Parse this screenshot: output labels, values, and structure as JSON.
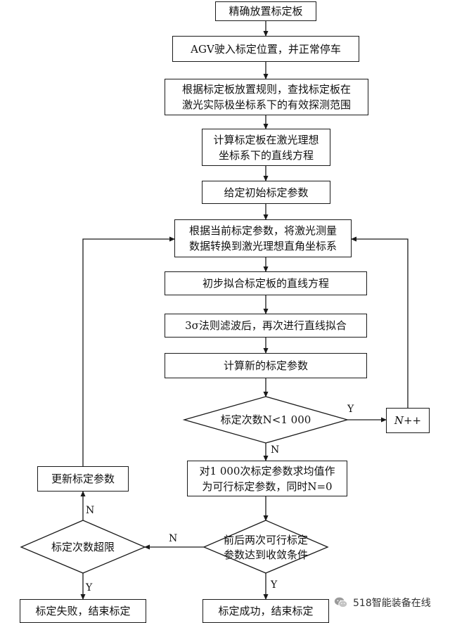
{
  "flowchart": {
    "steps": {
      "place_board": "精确放置标定板",
      "agv_enter": "AGV驶入标定位置，并正常停车",
      "find_range": [
        "根据标定板放置规则，查找标定板在",
        "激光实际极坐标系下的有效探测范围"
      ],
      "line_equation": [
        "计算标定板在激光理想",
        "坐标系下的直线方程"
      ],
      "initial_params": "给定初始标定参数",
      "convert_data": [
        "根据当前标定参数，将激光测量",
        "数据转换到激光理想直角坐标系"
      ],
      "initial_fit": "初步拟合标定板的直线方程",
      "sigma_filter": "3σ法则滤波后，再次进行直线拟合",
      "compute_new": "计算新的标定参数",
      "count_check": "标定次数N<1 000",
      "n_increment": "N++",
      "average": [
        "对1 000次标定参数求均值作",
        "为可行标定参数，同时N=0"
      ],
      "converge_check": [
        "前后两次可行标定",
        "参数达到收敛条件"
      ],
      "limit_check": "标定次数超限",
      "update_params": "更新标定参数",
      "success": "标定成功，结束标定",
      "failure": "标定失败，结束标定"
    },
    "branch_labels": {
      "count_yes": "Y",
      "count_no": "N",
      "converge_no": "N",
      "converge_yes": "Y",
      "limit_no": "N",
      "limit_yes": "Y"
    }
  },
  "watermark": {
    "text": "518智能装备在线",
    "icon": "wechat-icon"
  }
}
